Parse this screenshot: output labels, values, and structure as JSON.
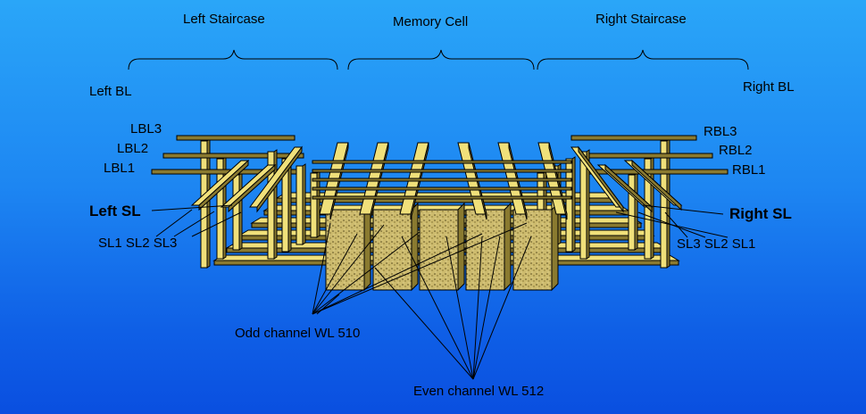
{
  "colors": {
    "bg_top": "#2aa6f8",
    "bg_bottom": "#0a4fe0",
    "structure": "#f0e07a",
    "structure_dark": "#8a7a30",
    "wl_fill": "#c9b56a",
    "text": "#000000"
  },
  "sections": {
    "left_staircase": "Left Staircase",
    "memory_cell": "Memory Cell",
    "right_staircase": "Right Staircase"
  },
  "left": {
    "bl": "Left BL",
    "bl_lines": [
      "LBL3",
      "LBL2",
      "LBL1"
    ],
    "sl": "Left SL",
    "sl_lines": "SL1 SL2 SL3"
  },
  "right": {
    "bl": "Right BL",
    "bl_lines": [
      "RBL3",
      "RBL2",
      "RBL1"
    ],
    "sl": "Right SL",
    "sl_lines": "SL3 SL2 SL1"
  },
  "callouts": {
    "odd_wl": "Odd channel WL 510",
    "even_wl": "Even channel WL 512"
  }
}
